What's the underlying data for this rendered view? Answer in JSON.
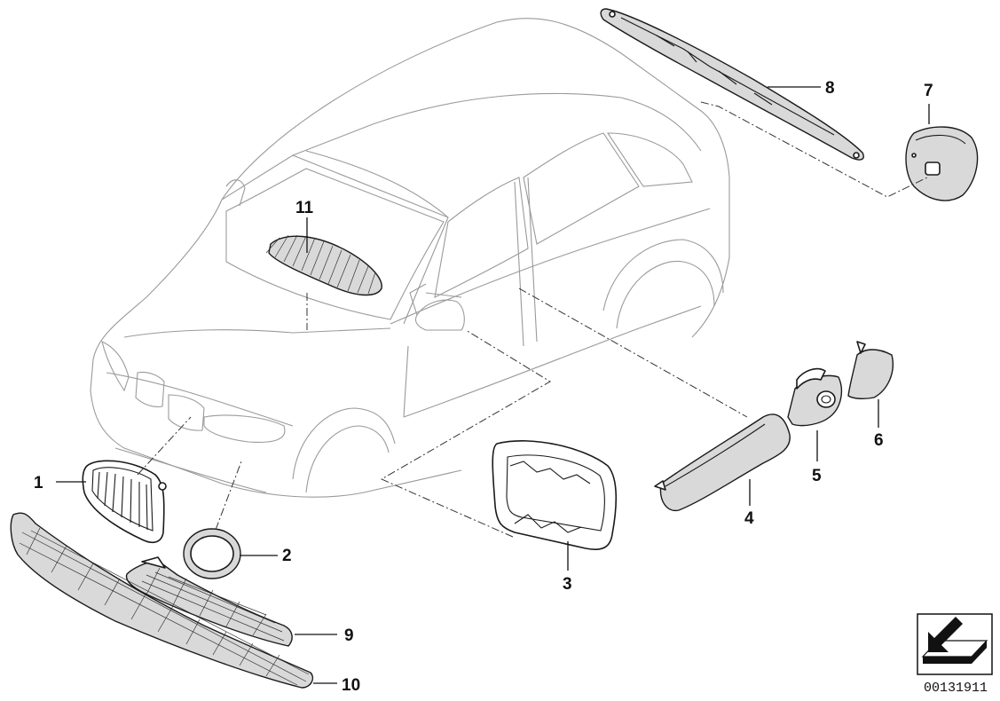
{
  "callouts": {
    "p1": "1",
    "p2": "2",
    "p3": "3",
    "p4": "4",
    "p5": "5",
    "p6": "6",
    "p7": "7",
    "p8": "8",
    "p9": "9",
    "p10": "10",
    "p11": "11"
  },
  "reference_number": "00131911",
  "icons": {
    "direction": "arrow-direction-icon"
  }
}
